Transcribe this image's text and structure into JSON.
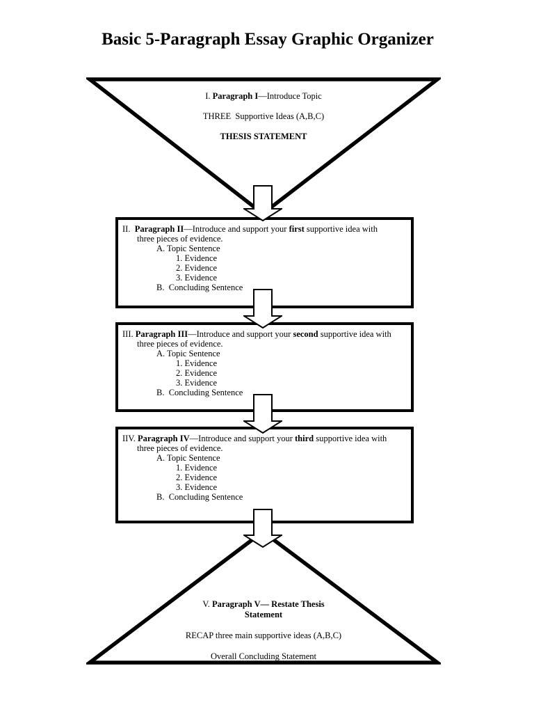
{
  "title": "Basic 5-Paragraph Essay Graphic Organizer",
  "intro": {
    "numeral": "I. ",
    "heading_bold": "Paragraph I",
    "heading_rest": "—Introduce Topic",
    "supportive_line": "THREE  Supportive Ideas (A,B,C)",
    "thesis_line": "THESIS STATEMENT"
  },
  "boxes": [
    {
      "numeral": "II.  ",
      "heading_bold": "Paragraph II",
      "mid": "—Introduce and support your ",
      "ordinal_bold": "first",
      "tail": " supportive idea with",
      "wrap": "three pieces of evidence.",
      "topic": "A. Topic Sentence",
      "evidence1": "1. Evidence",
      "evidence2": "2. Evidence",
      "evidence3": "3. Evidence",
      "concluding": "B.  Concluding Sentence"
    },
    {
      "numeral": "III. ",
      "heading_bold": "Paragraph III",
      "mid": "—Introduce and support your ",
      "ordinal_bold": "second",
      "tail": " supportive idea with",
      "wrap": "three pieces of evidence.",
      "topic": "A. Topic Sentence",
      "evidence1": "1. Evidence",
      "evidence2": "2. Evidence",
      "evidence3": "3. Evidence",
      "concluding": "B.  Concluding Sentence"
    },
    {
      "numeral": "IIV. ",
      "heading_bold": "Paragraph IV",
      "mid": "—Introduce and support your ",
      "ordinal_bold": "third",
      "tail": " supportive idea with",
      "wrap": "three pieces of evidence.",
      "topic": "A. Topic Sentence",
      "evidence1": "1. Evidence",
      "evidence2": "2. Evidence",
      "evidence3": "3. Evidence",
      "concluding": "B.  Concluding Sentence"
    }
  ],
  "conclusion": {
    "numeral": "V. ",
    "heading_bold_line1": "Paragraph V— Restate Thesis",
    "heading_bold_line2": "Statement",
    "recap_line": "RECAP three main supportive ideas (A,B,C)",
    "closing_line": "Overall Concluding Statement"
  },
  "colors": {
    "ink": "#000000",
    "paper": "#ffffff"
  }
}
